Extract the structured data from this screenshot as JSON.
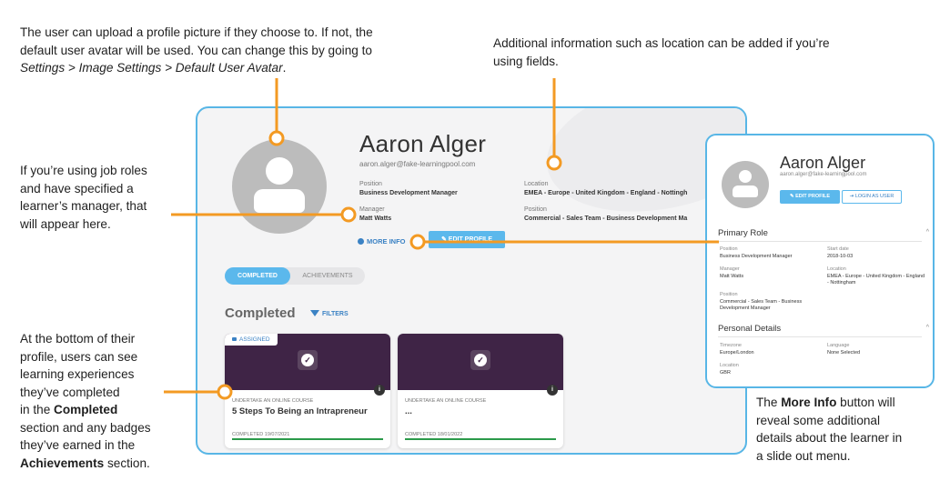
{
  "annotations": {
    "upload": {
      "line1": "The user can upload a profile picture if they choose to. If not, the",
      "line2": "default user avatar will be used. You can change this by going to",
      "line3_path": "Settings > Image Settings > Default User Avatar",
      "line3_end": "."
    },
    "fields": {
      "line1": "Additional information such as location can be added if you’re",
      "line2": "using fields."
    },
    "manager": {
      "line1": "If you’re using job roles",
      "line2": "and have specified a",
      "line3": "learner’s manager, that",
      "line4": "will appear here."
    },
    "bottom": {
      "line1": "At the bottom of their",
      "line2": "profile, users can see",
      "line3": "learning experiences",
      "line4": "they’ve completed",
      "line5_pre": "in the ",
      "line5_bold": "Completed",
      "line6": "section and any badges",
      "line7": "they’ve earned in the",
      "line8_bold": "Achievements",
      "line8_post": " section."
    },
    "more_info": {
      "line1_pre": "The ",
      "line1_bold": "More Info",
      "line1_post": " button will",
      "line2": "reveal some additional",
      "line3": "details about the learner in",
      "line4": "a slide out menu."
    }
  },
  "profile": {
    "name": "Aaron Alger",
    "email": "aaron.alger@fake-learningpool.com",
    "fields": {
      "position_label": "Position",
      "position_value": "Business Development Manager",
      "manager_label": "Manager",
      "manager_value": "Matt Watts",
      "location_label": "Location",
      "location_value": "EMEA - Europe - United Kingdom - England - Nottingh",
      "position2_label": "Position",
      "position2_value": "Commercial - Sales Team - Business Development Ma"
    },
    "more_info": "MORE INFO",
    "edit_profile": "EDIT PROFILE",
    "tabs": {
      "completed": "COMPLETED",
      "achievements": "ACHIEVEMENTS"
    },
    "section_title": "Completed",
    "filters": "FILTERS",
    "cards": [
      {
        "badge": "ASSIGNED",
        "kind": "UNDERTAKE AN ONLINE COURSE",
        "title": "5 Steps To Being an Intrapreneur",
        "date": "COMPLETED 19/07/2021"
      },
      {
        "badge": "",
        "kind": "UNDERTAKE AN ONLINE COURSE",
        "title": "...",
        "date": "COMPLETED 18/01/2022"
      }
    ]
  },
  "panel": {
    "name": "Aaron Alger",
    "email": "aaron.alger@fake-learningpool.com",
    "edit_profile": "EDIT PROFILE",
    "login_as_user": "LOGIN AS USER",
    "primary_role": {
      "title": "Primary Role",
      "position_label": "Position",
      "position_value": "Business Development Manager",
      "start_label": "Start date",
      "start_value": "2018-10-03",
      "manager_label": "Manager",
      "manager_value": "Matt Watts",
      "location_label": "Location",
      "location_value": "EMEA - Europe - United Kingdom - England - Nottingham",
      "position2_label": "Position",
      "position2_value": "Commercial - Sales Team - Business Development Manager"
    },
    "personal_details": {
      "title": "Personal Details",
      "timezone_label": "Timezone",
      "timezone_value": "Europe/London",
      "language_label": "Language",
      "language_value": "None Selected",
      "location_label": "Location",
      "location_value": "GBR"
    }
  },
  "colors": {
    "accent": "#5bb8ec",
    "callout": "#f39a23",
    "frame": "#58b6e6",
    "card_banner": "#3f2446",
    "complete_bar": "#2b9a4a"
  },
  "icons": [
    "avatar-icon",
    "info-icon",
    "edit-icon",
    "funnel-icon",
    "check-badge-icon",
    "login-icon",
    "chevron-up-icon"
  ]
}
